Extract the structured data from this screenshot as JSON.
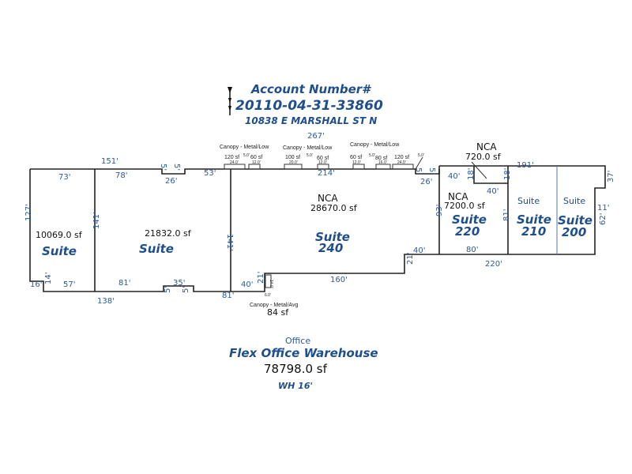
{
  "header": {
    "account_label": "Account Number#",
    "account_number": "20110-04-31-33860",
    "address": "10838 E MARSHALL ST N",
    "north_arrow_icon": "north-arrow-icon"
  },
  "footer": {
    "category": "Office",
    "building_type": "Flex Office Warehouse",
    "total_area": "78798.0 sf",
    "wall_height": "WH 16'"
  },
  "colors": {
    "accent": "#1f4e8c",
    "dimension": "#2a5a9a",
    "wall": "#222222"
  },
  "dimensions": {
    "top_overall": "267'",
    "left_top": "151'",
    "seg_73": "73'",
    "seg_78": "78'",
    "notch_5a": "5'",
    "notch_5b": "5'",
    "notch_26": "26'",
    "seg_53": "53'",
    "seg_214": "214'",
    "right_notch_5a": "5'",
    "right_notch_5b": "5'",
    "right_notch_26": "26'",
    "left_127": "127'",
    "wall_141_left": "141'",
    "wall_141_mid": "141'",
    "bot_16": "16'",
    "bot_14": "14'",
    "bot_57": "57'",
    "bot_138": "138'",
    "bot_81a": "81'",
    "bot_35": "35'",
    "bot_5a": "5'",
    "bot_5b": "5'",
    "bot_81b": "81'",
    "bot_40": "40'",
    "bot_21a": "21'",
    "bot_160": "160'",
    "bot_21b": "21'",
    "bot_40b": "40'",
    "nca_40a": "40'",
    "nca_18a": "18'",
    "nca_18b": "18'",
    "nca_40b": "40'",
    "s220_93": "93'",
    "s220_81": "81'",
    "s220_80": "80'",
    "bot_220": "220'",
    "top_191": "191'",
    "right_37": "37'",
    "right_11": "11'",
    "right_62": "62'"
  },
  "areas": [
    {
      "id": "suite-west",
      "area": "10069.0 sf",
      "label": "Suite"
    },
    {
      "id": "suite-mid",
      "area": "21832.0 sf",
      "label": "Suite"
    },
    {
      "id": "suite-240",
      "nca": "NCA",
      "area": "28670.0 sf",
      "label": "Suite",
      "number": "240"
    },
    {
      "id": "suite-220",
      "nca": "NCA",
      "area": "7200.0 sf",
      "label": "Suite",
      "number": "220"
    },
    {
      "id": "nca-small",
      "nca": "NCA",
      "area": "720.0 sf"
    },
    {
      "id": "suite-210",
      "small_label": "Suite",
      "label": "Suite",
      "number": "210"
    },
    {
      "id": "suite-200",
      "small_label": "Suite",
      "label": "Suite",
      "number": "200"
    }
  ],
  "canopies": [
    {
      "group_label": "Canopy - Metal/Low",
      "items": [
        {
          "area": "120 sf",
          "dim": "24.0'"
        },
        {
          "gap": "5.0'"
        },
        {
          "area": "60 sf",
          "dim": "12.0'"
        }
      ]
    },
    {
      "group_label": "Canopy - Metal/Low",
      "items": [
        {
          "area": "100 sf",
          "dim": "20.0'"
        },
        {
          "gap": "5.0'"
        },
        {
          "area": "60 sf",
          "dim": "12.0'"
        }
      ]
    },
    {
      "group_label": "Canopy - Metal/Low",
      "items": [
        {
          "area": "60 sf",
          "dim": "12.0'"
        },
        {
          "gap": "5.0'"
        },
        {
          "area": "80 sf",
          "dim": "16.0'"
        },
        {
          "area": "120 sf",
          "dim": "24.0'"
        },
        {
          "gap": "5.0'"
        }
      ]
    },
    {
      "group_label": "Canopy - Metal/Avg",
      "area": "84 sf",
      "dim_a": "14.0'",
      "dim_b": "6.0'"
    }
  ]
}
